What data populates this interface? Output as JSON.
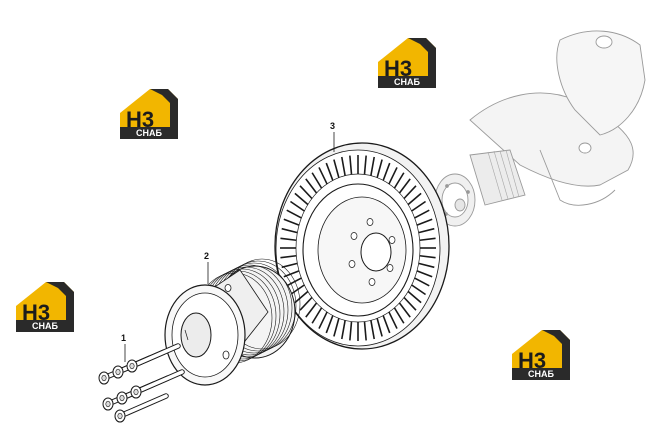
{
  "callouts": {
    "bolts": "1",
    "pulley": "2",
    "damper": "3"
  },
  "logo": {
    "main": "H3",
    "sub": "CHAБ",
    "colors": {
      "yellow": "#f2b600",
      "dark": "#2a2a2a",
      "white": "#ffffff"
    }
  },
  "colors": {
    "line": "#1a1a1a",
    "shade": "#bdbdbd",
    "light": "#eeeeee"
  }
}
